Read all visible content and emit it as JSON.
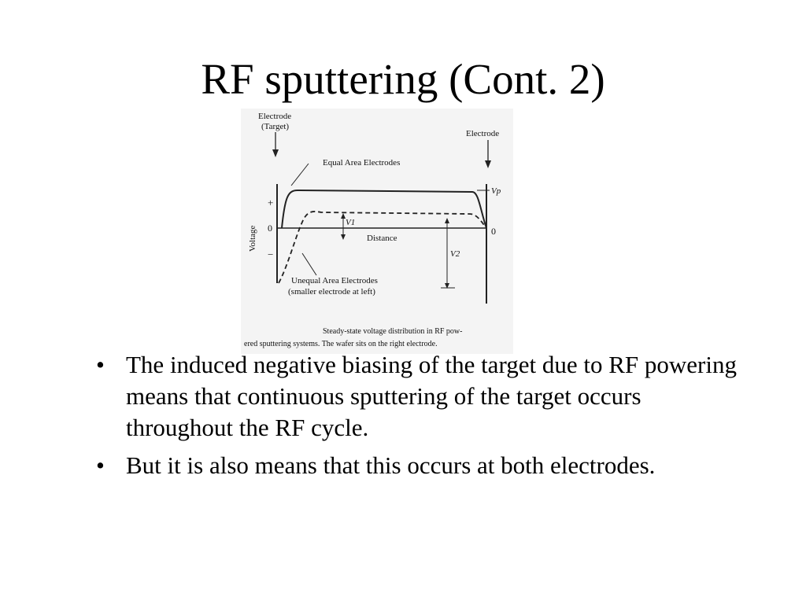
{
  "slide": {
    "title": "RF sputtering (Cont. 2)"
  },
  "diagram": {
    "labels": {
      "left_electrode": "Electrode",
      "left_electrode_sub": "(Target)",
      "right_electrode": "Electrode",
      "equal_area": "Equal Area Electrodes",
      "unequal_area": "Unequal Area Electrodes",
      "unequal_area_sub": "(smaller electrode at left)",
      "vp": "Vp",
      "v1": "V1",
      "v2": "V2",
      "distance": "Distance",
      "voltage": "Voltage",
      "plus": "+",
      "zero_left": "0",
      "minus": "−",
      "zero_right": "0"
    },
    "caption_line1": "Steady-state voltage distribution in RF pow-",
    "caption_line2": "ered sputtering systems. The wafer sits on the right electrode."
  },
  "bullets": [
    {
      "marker": "•",
      "text": "The induced negative biasing of the target due to RF powering means that continuous sputtering of the target occurs throughout the RF cycle."
    },
    {
      "marker": "•",
      "text": "But it is also means that this occurs at both electrodes."
    }
  ]
}
